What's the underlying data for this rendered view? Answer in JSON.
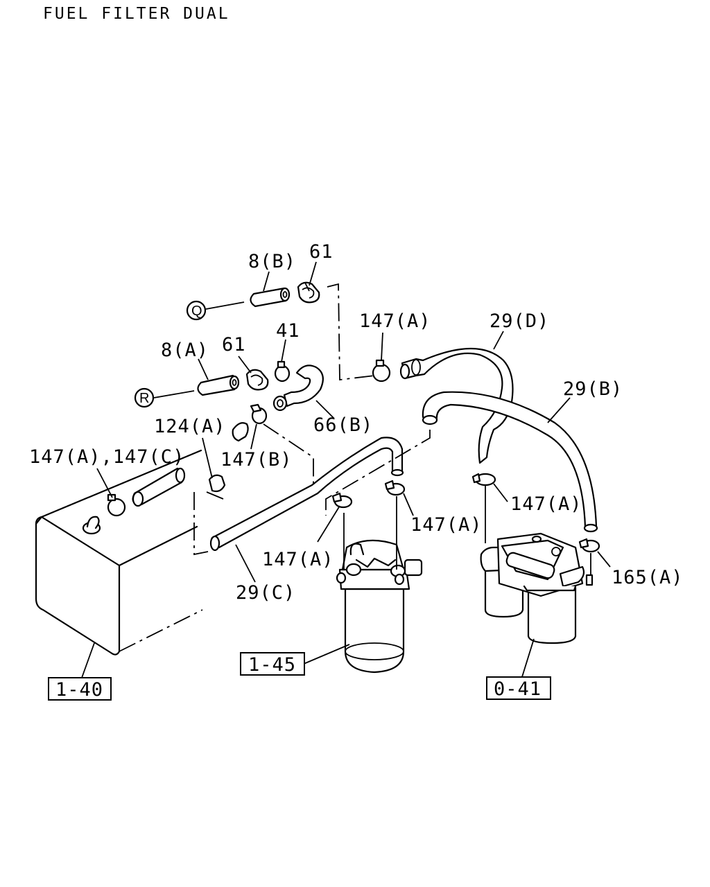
{
  "title": "FUEL FILTER DUAL",
  "callouts": {
    "p8b": "8(B)",
    "p61_top": "61",
    "p147a_top": "147(A)",
    "p29d": "29(D)",
    "p8a": "8(A)",
    "p61_mid": "61",
    "p41": "41",
    "p29b": "29(B)",
    "p124a": "124(A)",
    "p66b": "66(B)",
    "p147ac": "147(A),147(C)",
    "p147b": "147(B)",
    "p147a_r1": "147(A)",
    "p147a_m1": "147(A)",
    "p147a_m2": "147(A)",
    "p165a": "165(A)",
    "p29c": "29(C)"
  },
  "connectors": {
    "q": "Q",
    "r": "R"
  },
  "reference_boxes": {
    "ref_1_40": "1-40",
    "ref_1_45": "1-45",
    "ref_0_41": "0-41"
  }
}
